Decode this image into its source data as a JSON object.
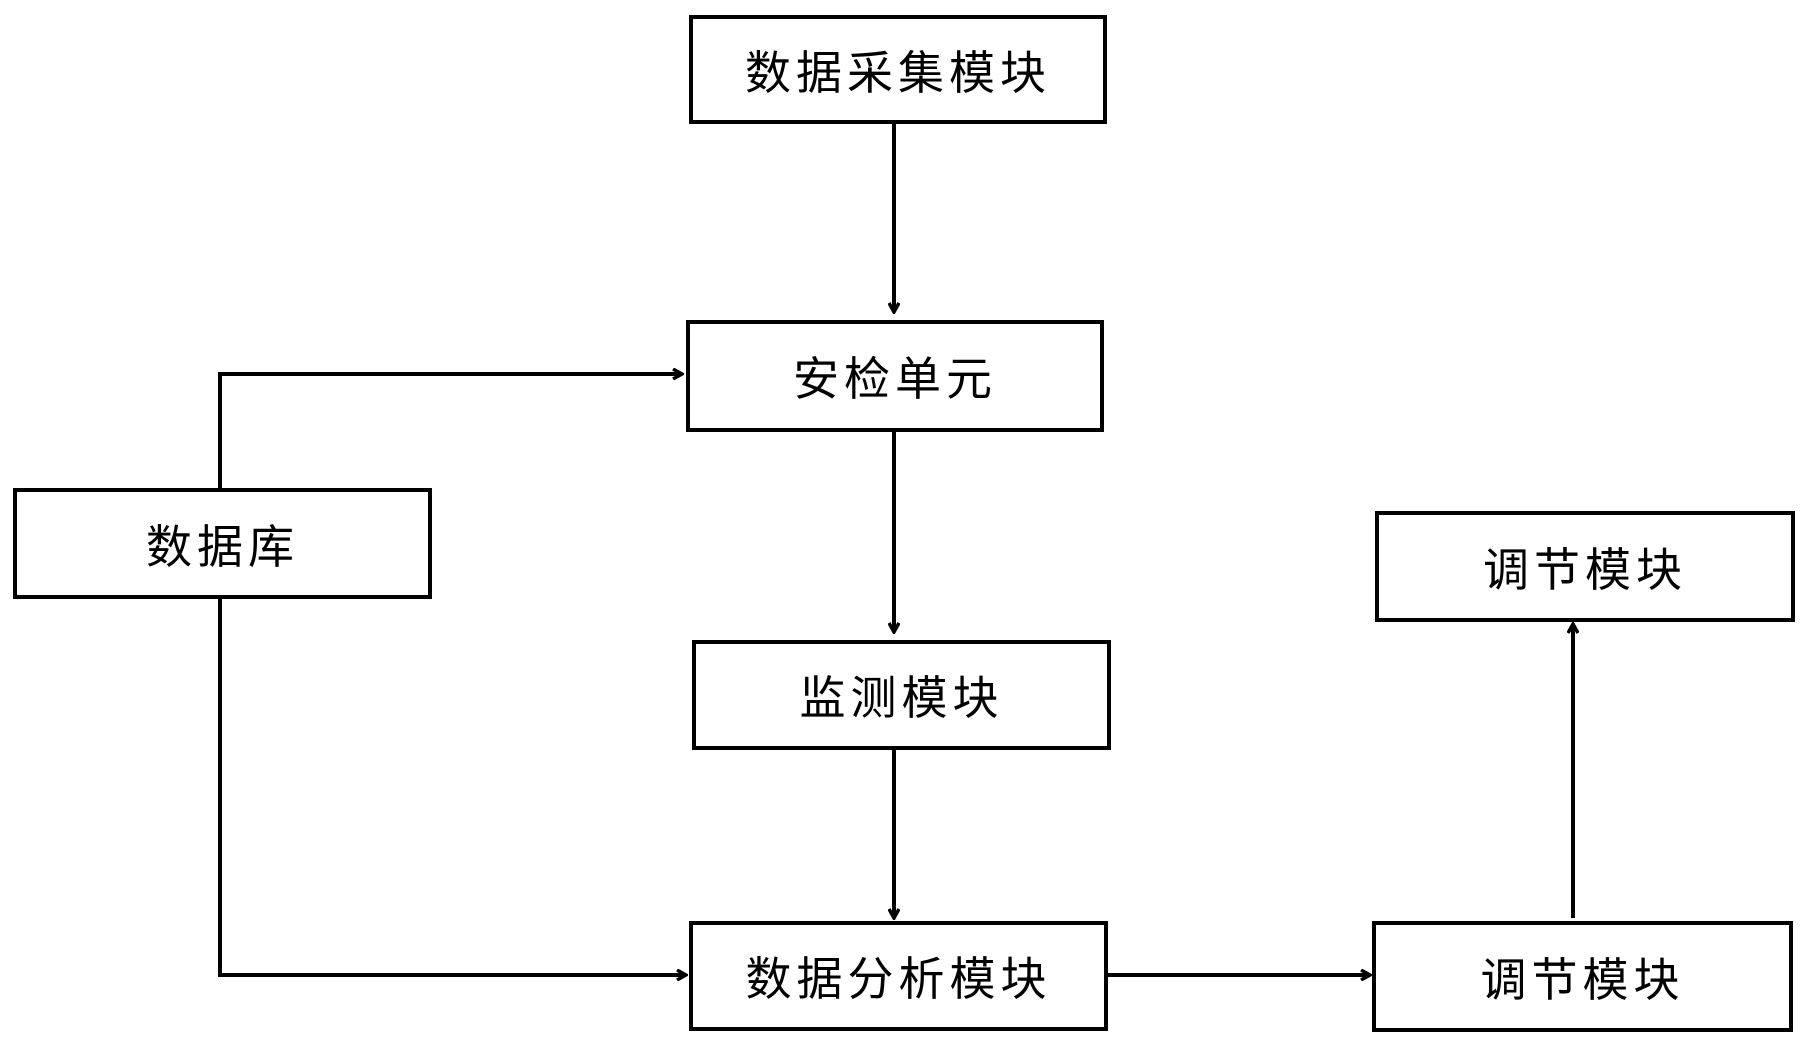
{
  "diagram": {
    "nodes": {
      "data_collection": "数据采集模块",
      "security_check": "安检单元",
      "database": "数据库",
      "monitoring": "监测模块",
      "data_analysis": "数据分析模块",
      "adjust_lower": "调节模块",
      "adjust_upper": "调节模块"
    },
    "edges": [
      {
        "from": "data_collection",
        "to": "security_check"
      },
      {
        "from": "security_check",
        "to": "monitoring"
      },
      {
        "from": "monitoring",
        "to": "data_analysis"
      },
      {
        "from": "database",
        "to": "security_check"
      },
      {
        "from": "database",
        "to": "data_analysis"
      },
      {
        "from": "data_analysis",
        "to": "adjust_lower"
      },
      {
        "from": "adjust_lower",
        "to": "adjust_upper"
      }
    ],
    "colors": {
      "stroke": "#000000",
      "background": "#ffffff"
    }
  }
}
